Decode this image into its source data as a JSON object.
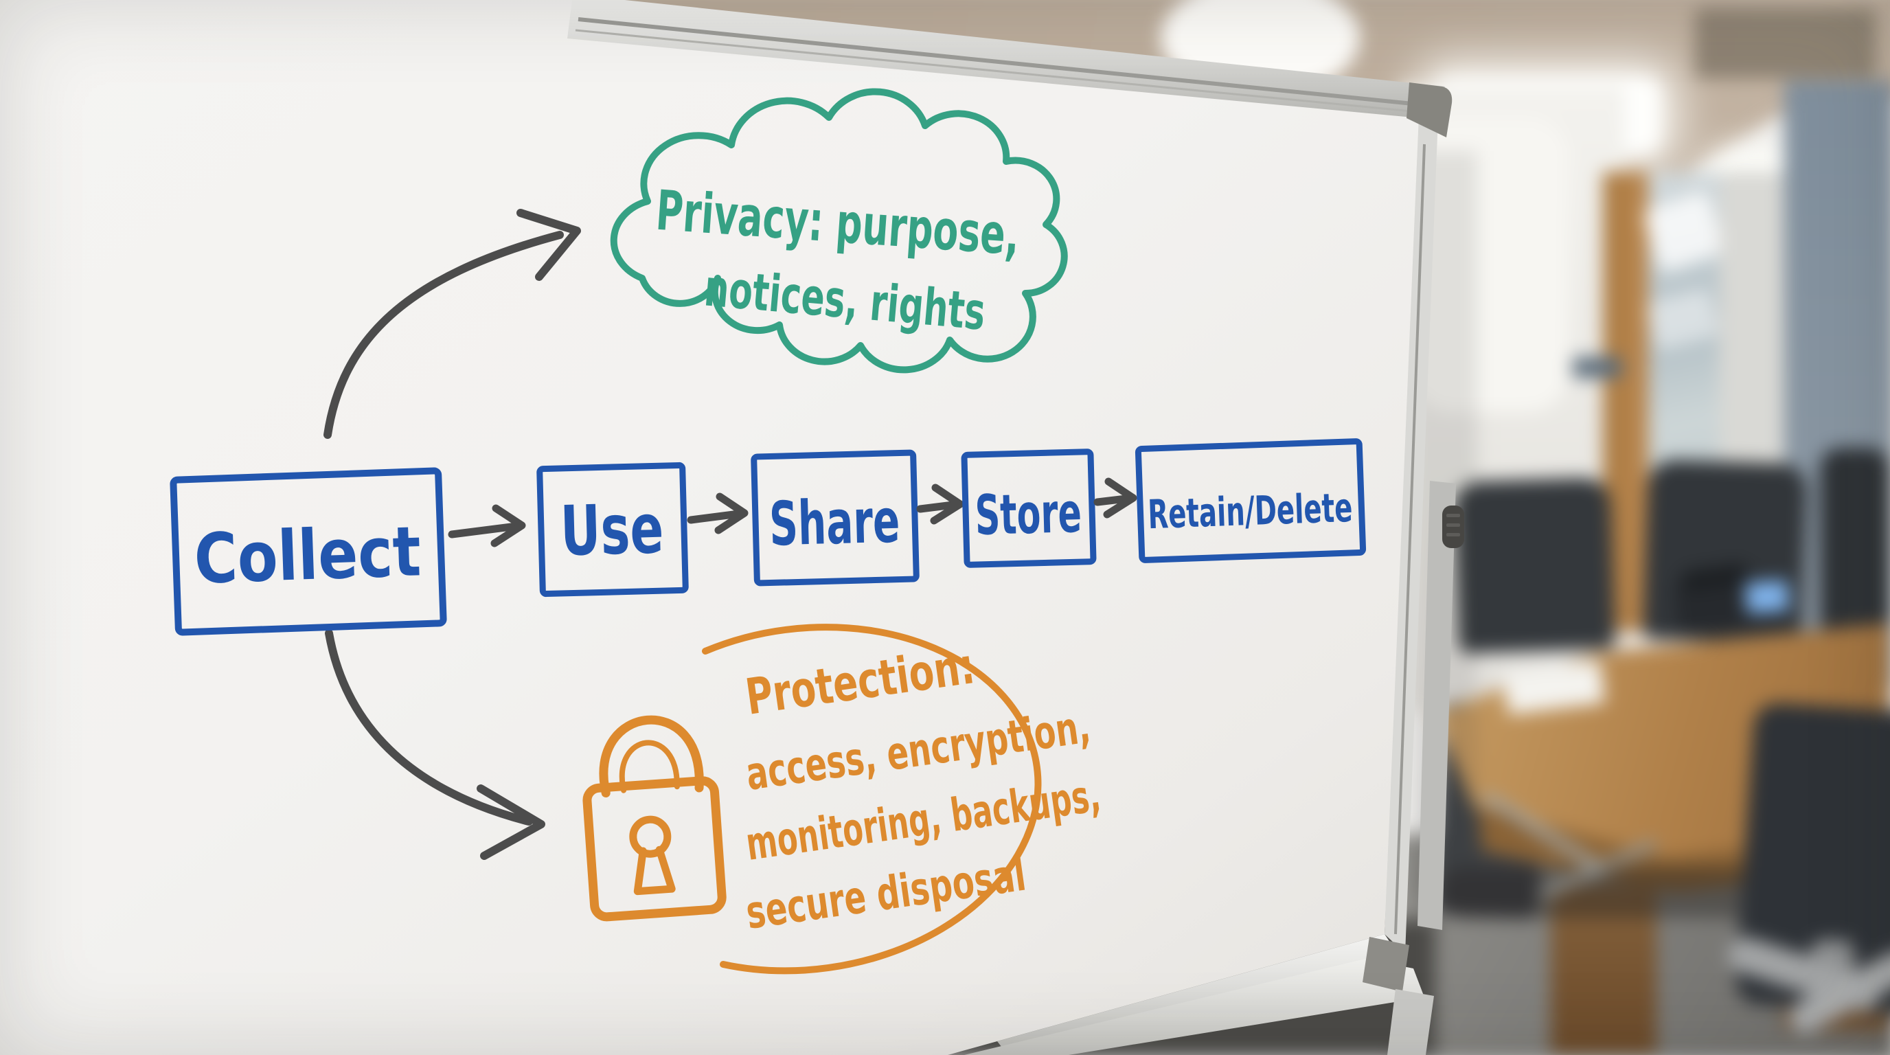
{
  "whiteboard": {
    "cloud": {
      "color": "#36a184",
      "lines": [
        "Privacy: purpose,",
        "notices, rights"
      ]
    },
    "flow": {
      "color": "#2256ae",
      "boxes": [
        {
          "label": "Collect"
        },
        {
          "label": "Use"
        },
        {
          "label": "Share"
        },
        {
          "label": "Store"
        },
        {
          "label": "Retain/Delete"
        }
      ]
    },
    "protection": {
      "color": "#dd8a2e",
      "icon": "padlock-icon",
      "lines": [
        "Protection:",
        "access, encryption,",
        "monitoring, backups,",
        "secure disposal"
      ]
    },
    "connectors": {
      "color": "#4c4c4c"
    }
  }
}
